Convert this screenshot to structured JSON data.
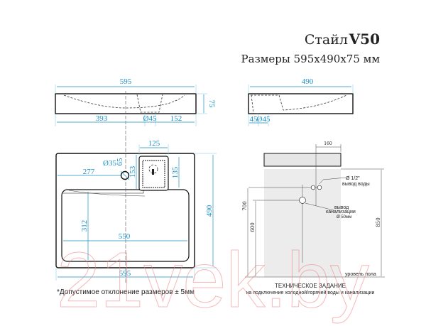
{
  "title": {
    "model_prefix": "Стайл",
    "model": "V50",
    "size_line": "Размеры 595x490x75 мм"
  },
  "front_view": {
    "width": "595",
    "height": "75",
    "left": "393",
    "drain": "Ø45",
    "right": "152"
  },
  "side_view": {
    "depth": "490",
    "offset": "45",
    "drain": "Ø45"
  },
  "top_view": {
    "faucet_width": "125",
    "hole_dia": "Ø35",
    "hole_offset": "65",
    "deck_depth": "153",
    "hole_x": "277",
    "deck_inner": "135",
    "depth": "490",
    "bowl_depth": "312",
    "bowl_width": "550",
    "width": "595"
  },
  "tolerance_note": "*Допустимое отклонение размеров ± 5мм",
  "install": {
    "width": "160",
    "water_label1": "Ø 1/2\"",
    "water_label2": "вывод воды",
    "drain_label1": "вывод",
    "drain_label2": "канализации",
    "drain_label3": "Ø 50мм",
    "h700": "700",
    "h600": "600",
    "h850": "850",
    "floor": "уровень пола",
    "heading": "ТЕХНИЧЕСКОЕ ЗАДАНИЕ",
    "subheading": "на подключение холодной/горячей воды и канализации"
  },
  "watermark": "21vek.by",
  "colors": {
    "dimension": "#1a8fc4",
    "watermark": "#f08080"
  }
}
